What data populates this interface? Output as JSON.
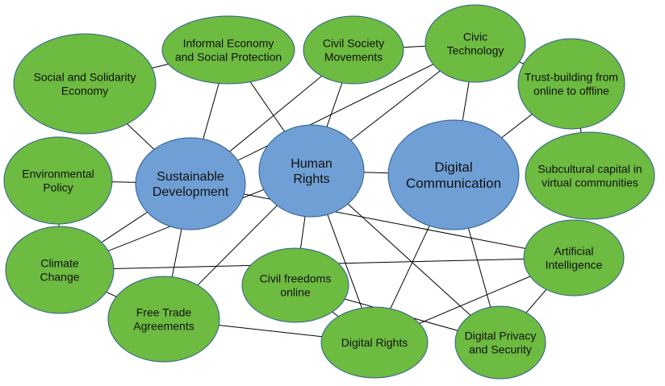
{
  "colors": {
    "core_fill": "#6f9fd4",
    "topic_fill": "#6dbb40",
    "stroke": "#2f5f8f",
    "line": "#000000"
  },
  "nodes": [
    {
      "id": "sustainable-development",
      "kind": "core",
      "label_lines": [
        "Sustainable",
        "Development"
      ]
    },
    {
      "id": "human-rights",
      "kind": "core",
      "label_lines": [
        "Human",
        "Rights"
      ]
    },
    {
      "id": "digital-communication",
      "kind": "core",
      "label_lines": [
        "Digital",
        "Communication"
      ]
    },
    {
      "id": "social-solidarity-economy",
      "kind": "topic",
      "label_lines": [
        "Social and Solidarity",
        "Economy"
      ]
    },
    {
      "id": "informal-economy",
      "kind": "topic",
      "label_lines": [
        "Informal Economy",
        "and Social Protection"
      ]
    },
    {
      "id": "civil-society-movements",
      "kind": "topic",
      "label_lines": [
        "Civil Society",
        "Movements"
      ]
    },
    {
      "id": "civic-technology",
      "kind": "topic",
      "label_lines": [
        "Civic",
        "Technology"
      ]
    },
    {
      "id": "trust-building",
      "kind": "topic",
      "label_lines": [
        "Trust-building from",
        "online to offline"
      ]
    },
    {
      "id": "environmental-policy",
      "kind": "topic",
      "label_lines": [
        "Environmental",
        "Policy"
      ]
    },
    {
      "id": "subcultural-capital",
      "kind": "topic",
      "label_lines": [
        "Subcultural capital in",
        "virtual communities"
      ]
    },
    {
      "id": "climate-change",
      "kind": "topic",
      "label_lines": [
        "Climate",
        "Change"
      ]
    },
    {
      "id": "artificial-intelligence",
      "kind": "topic",
      "label_lines": [
        "Artificial",
        "Intelligence"
      ]
    },
    {
      "id": "civil-freedoms-online",
      "kind": "topic",
      "label_lines": [
        "Civil freedoms",
        "online"
      ]
    },
    {
      "id": "free-trade-agreements",
      "kind": "topic",
      "label_lines": [
        "Free Trade",
        "Agreements"
      ]
    },
    {
      "id": "digital-rights",
      "kind": "topic",
      "label_lines": [
        "Digital Rights"
      ]
    },
    {
      "id": "digital-privacy-security",
      "kind": "topic",
      "label_lines": [
        "Digital Privacy",
        "and Security"
      ]
    }
  ],
  "edges": [
    [
      "social-solidarity-economy",
      "informal-economy"
    ],
    [
      "social-solidarity-economy",
      "sustainable-development"
    ],
    [
      "informal-economy",
      "sustainable-development"
    ],
    [
      "informal-economy",
      "human-rights"
    ],
    [
      "civil-society-movements",
      "sustainable-development"
    ],
    [
      "civil-society-movements",
      "human-rights"
    ],
    [
      "civil-society-movements",
      "civic-technology"
    ],
    [
      "civic-technology",
      "sustainable-development"
    ],
    [
      "civic-technology",
      "human-rights"
    ],
    [
      "civic-technology",
      "digital-communication"
    ],
    [
      "civic-technology",
      "trust-building"
    ],
    [
      "trust-building",
      "digital-communication"
    ],
    [
      "trust-building",
      "subcultural-capital"
    ],
    [
      "environmental-policy",
      "sustainable-development"
    ],
    [
      "environmental-policy",
      "climate-change"
    ],
    [
      "sustainable-development",
      "climate-change"
    ],
    [
      "sustainable-development",
      "free-trade-agreements"
    ],
    [
      "sustainable-development",
      "artificial-intelligence"
    ],
    [
      "human-rights",
      "digital-communication"
    ],
    [
      "human-rights",
      "climate-change"
    ],
    [
      "human-rights",
      "free-trade-agreements"
    ],
    [
      "human-rights",
      "civil-freedoms-online"
    ],
    [
      "human-rights",
      "digital-rights"
    ],
    [
      "human-rights",
      "digital-privacy-security"
    ],
    [
      "digital-communication",
      "digital-rights"
    ],
    [
      "digital-communication",
      "digital-privacy-security"
    ],
    [
      "climate-change",
      "free-trade-agreements"
    ],
    [
      "free-trade-agreements",
      "digital-rights"
    ],
    [
      "civil-freedoms-online",
      "digital-rights"
    ],
    [
      "civil-freedoms-online",
      "digital-privacy-security"
    ],
    [
      "artificial-intelligence",
      "digital-rights"
    ],
    [
      "artificial-intelligence",
      "digital-privacy-security"
    ],
    [
      "artificial-intelligence",
      "climate-change"
    ]
  ]
}
